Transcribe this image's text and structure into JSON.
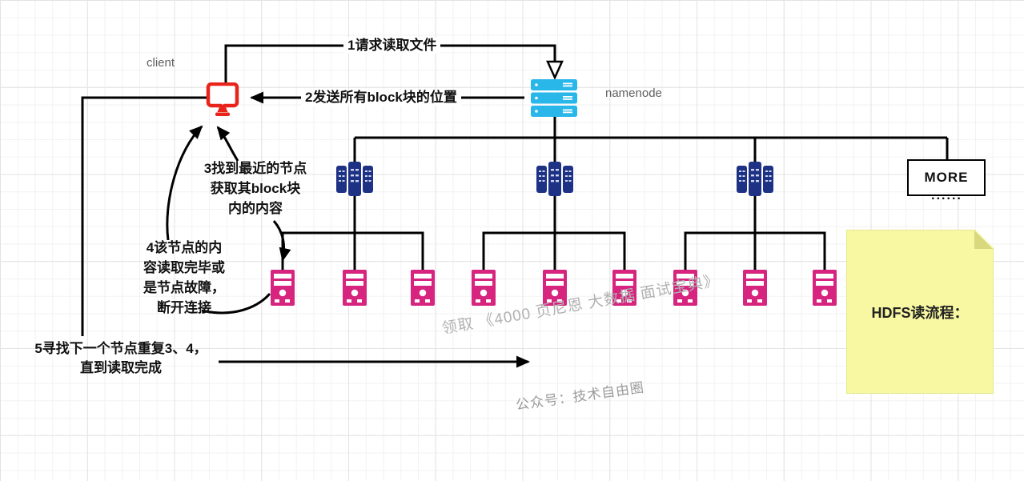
{
  "diagram": {
    "title_note": "HDFS读流程：",
    "labels": {
      "client": "client",
      "namenode": "namenode"
    },
    "steps": {
      "s1": "1请求读取文件",
      "s2": "2发送所有block块的位置",
      "s3": "3找到最近的节点\n获取其block块\n内的内容",
      "s4": "4该节点的内\n容读取完毕或\n是节点故障，\n断开连接",
      "s5": "5寻找下一个节点重复3、4，\n直到读取完成"
    },
    "more": {
      "label": "MORE",
      "ellipsis": "......"
    },
    "watermarks": {
      "line1": "领取 《4000 页尼恩 大数据 面试宝典》",
      "line2": "公众号：技术自由圈"
    },
    "nodes": {
      "client_icon": "monitor-icon",
      "namenode_icon": "server-stack-icon",
      "rack_icon": "rack-servers-icon",
      "rack_count": 3,
      "datanode_icon": "tower-server-icon",
      "datanode_count": 9
    },
    "colors": {
      "client_red": "#e8231a",
      "namenode_cyan": "#29b7ea",
      "rack_navy": "#1e3285",
      "datanode_pink": "#d6247f",
      "note_yellow": "#f8f8a3",
      "note_fold": "#d8d87e",
      "connector": "#000000",
      "watermark_gray": "#b1b1b1"
    }
  }
}
